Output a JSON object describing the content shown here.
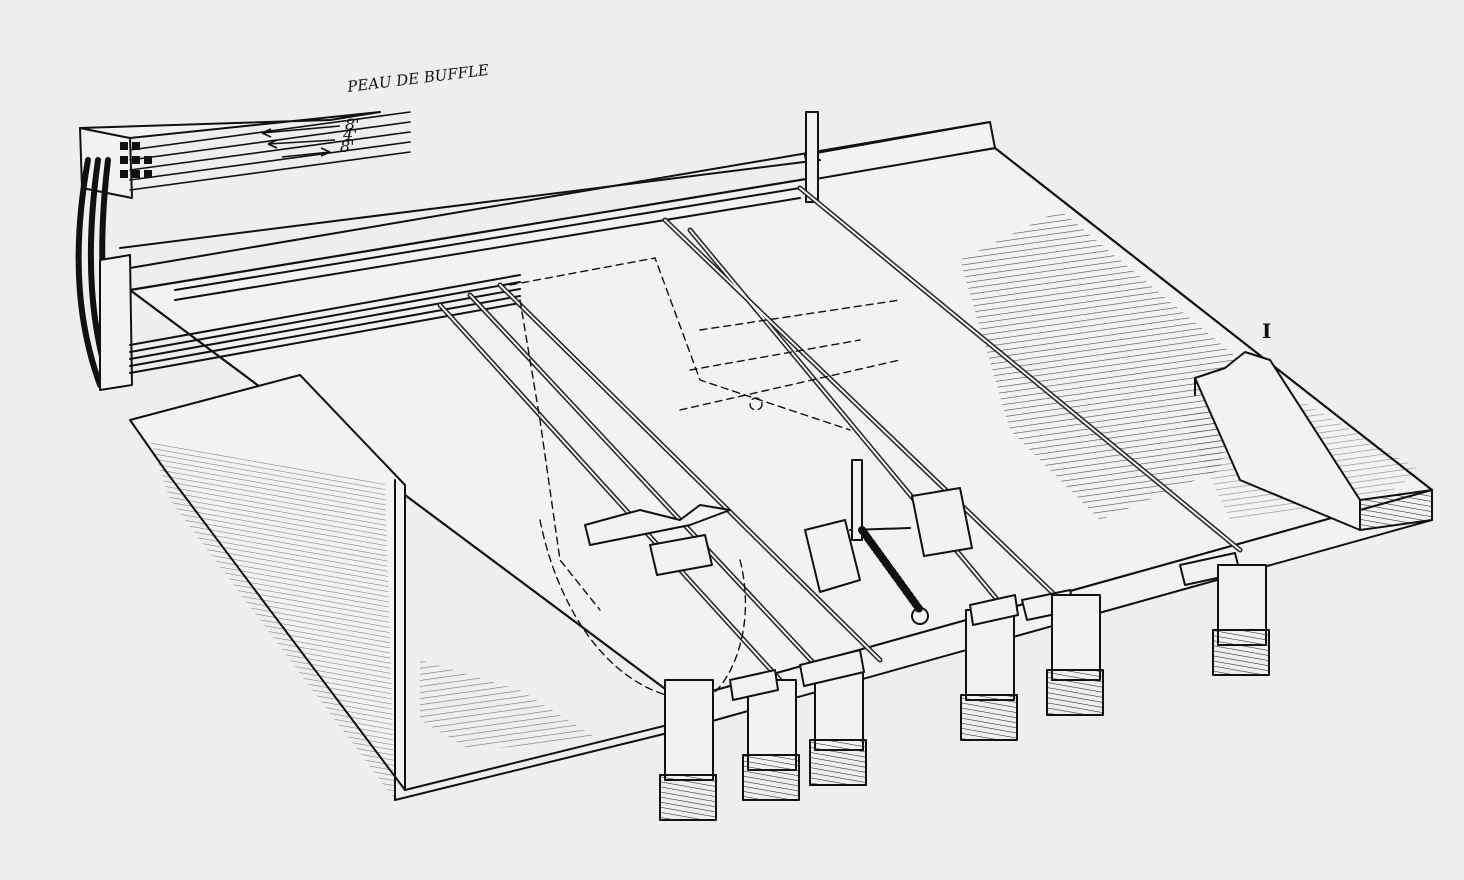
{
  "figure": {
    "labels": {
      "title": "PEAU DE BUFFLE",
      "registers": [
        "8'",
        "4'",
        "8'"
      ],
      "plate_number": "I"
    },
    "colors": {
      "paper": "#eeeeec",
      "ink": "#111111"
    }
  }
}
